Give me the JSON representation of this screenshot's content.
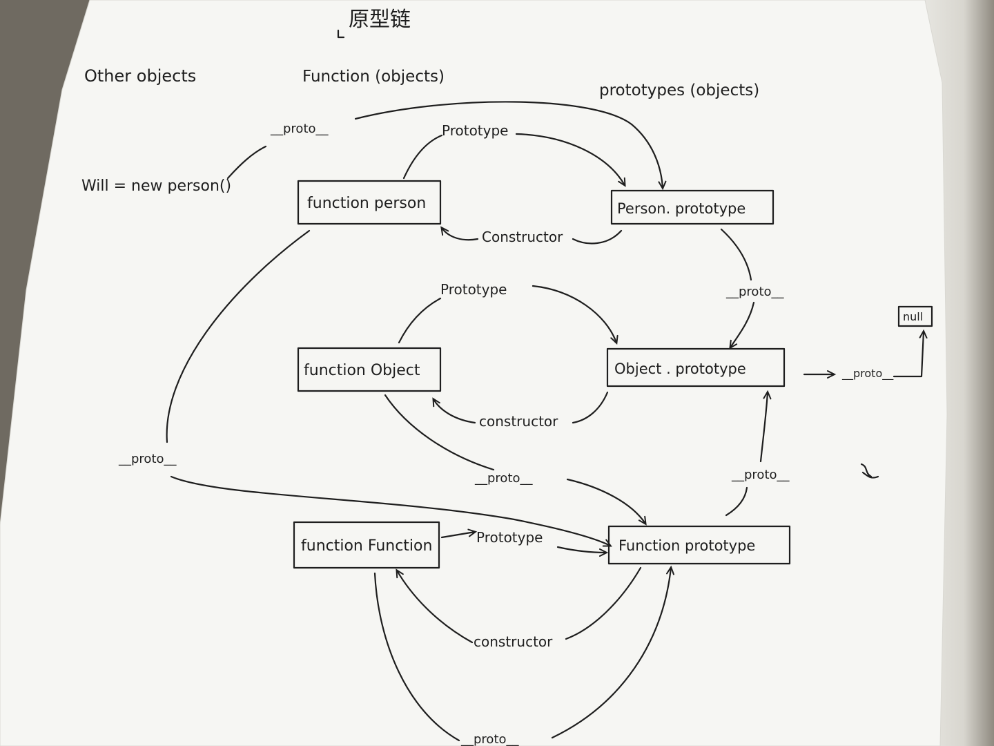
{
  "title": "原型链",
  "columns": {
    "other": "Other objects",
    "functions": "Function (objects)",
    "prototypes": "prototypes (objects)"
  },
  "instance": "Will = new person()",
  "nodes": {
    "person": "function person",
    "person_proto": "Person. prototype",
    "object": "function Object",
    "object_proto": "Object . prototype",
    "function": "function Function",
    "function_proto": "Function prototype",
    "null": "null"
  },
  "edges": {
    "proto_top": "__proto__",
    "prototype_1": "Prototype",
    "constructor_1": "Constructor",
    "proto_right": "__proto__",
    "prototype_2": "Prototype",
    "constructor_2": "constructor",
    "proto_null": "__proto__",
    "proto_left": "__proto__",
    "proto_mid": "__proto__",
    "proto_up": "__proto__",
    "prototype_3": "Prototype",
    "constructor_3": "constructor",
    "proto_bottom": "__proto__"
  },
  "colors": {
    "ink": "#1e1e1e",
    "paper": "#f6f6f3",
    "background": "#6f6a61"
  }
}
